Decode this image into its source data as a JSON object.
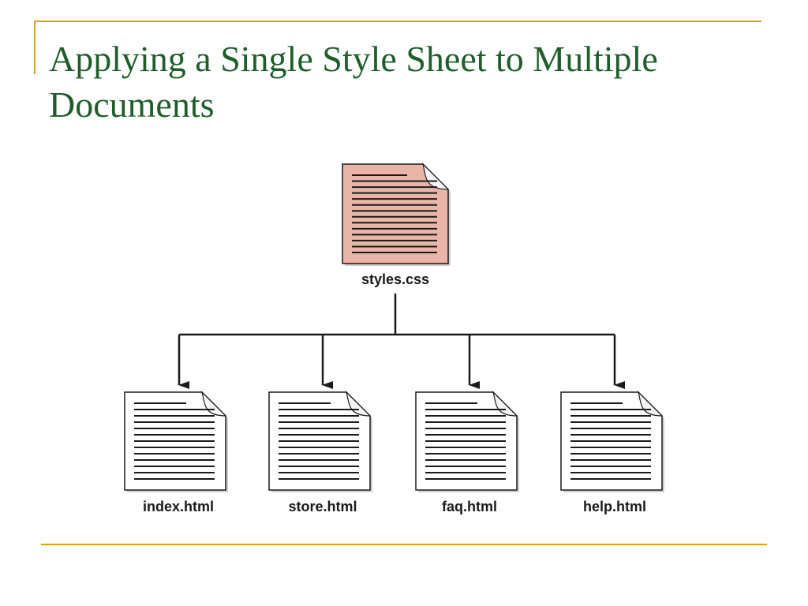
{
  "slide": {
    "title": "Applying a Single Style Sheet to Multiple Documents"
  },
  "diagram": {
    "source": {
      "label": "styles.css",
      "icon": "stylesheet-document-icon",
      "fill_color": "#e8b5a8"
    },
    "targets": [
      {
        "label": "index.html",
        "icon": "html-document-icon"
      },
      {
        "label": "store.html",
        "icon": "html-document-icon"
      },
      {
        "label": "faq.html",
        "icon": "html-document-icon"
      },
      {
        "label": "help.html",
        "icon": "html-document-icon"
      }
    ]
  },
  "colors": {
    "title": "#1f5e2b",
    "accent": "#d9a21b",
    "document_paper": "#ffffff",
    "stylesheet_paper": "#e8b5a8",
    "line": "#1a1a1a"
  }
}
